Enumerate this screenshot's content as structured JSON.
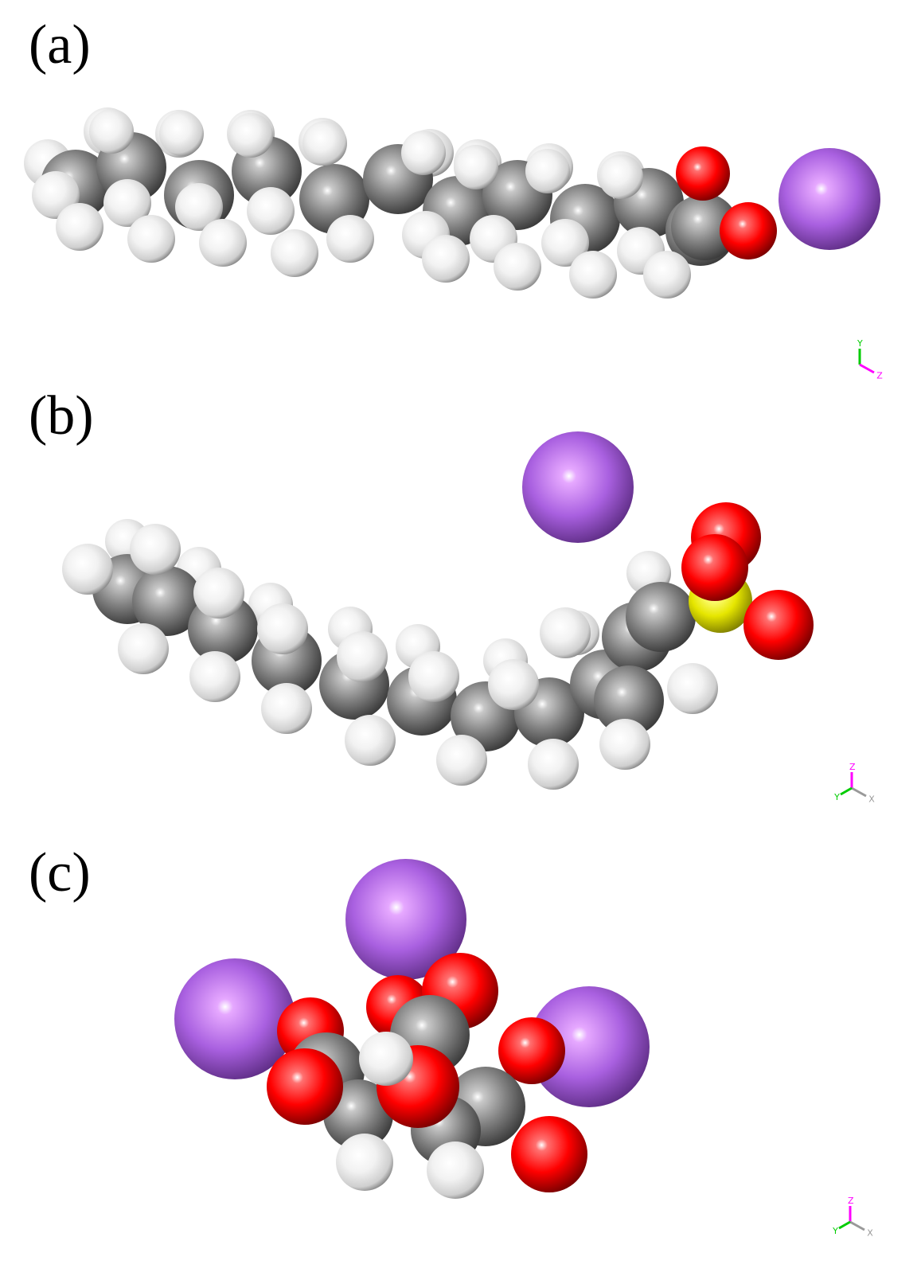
{
  "panels": [
    {
      "label": "(a)",
      "axis_labels": [
        "Y",
        "Z"
      ],
      "colors": {
        "carbon": "#7f7f7f",
        "hydrogen": "#f2f2f2",
        "oxygen": "#ff0000",
        "sodium": "#a960e0"
      }
    },
    {
      "label": "(b)",
      "axis_labels": [
        "Z",
        "X",
        "Y"
      ],
      "colors": {
        "carbon": "#7f7f7f",
        "hydrogen": "#f2f2f2",
        "oxygen": "#ff0000",
        "sulfur": "#e6e600",
        "sodium": "#a960e0"
      }
    },
    {
      "label": "(c)",
      "axis_labels": [
        "Z",
        "X",
        "Y"
      ],
      "colors": {
        "carbon": "#7f7f7f",
        "hydrogen": "#f2f2f2",
        "oxygen": "#ff0000",
        "sodium": "#a960e0"
      }
    }
  ]
}
